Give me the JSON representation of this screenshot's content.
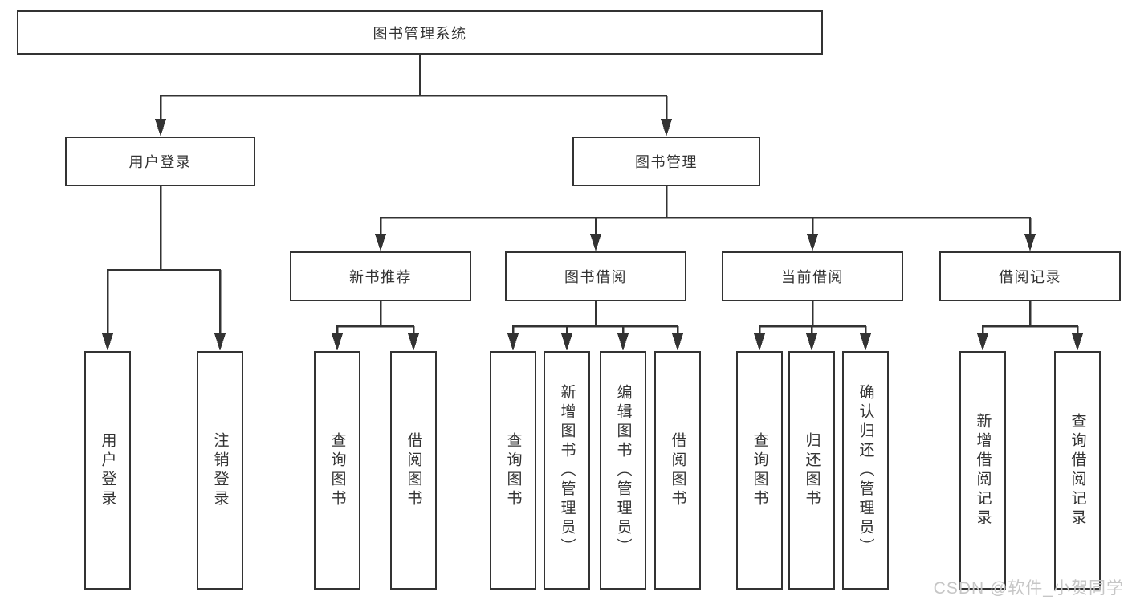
{
  "colors": {
    "line": "#333333",
    "box_border": "#333333",
    "text": "#333333",
    "watermark": "#c6c6c6",
    "background": "#ffffff"
  },
  "diagram": {
    "root": {
      "label": "图书管理系统"
    },
    "level2": [
      {
        "id": "user-login",
        "label": "用户登录"
      },
      {
        "id": "book-management",
        "label": "图书管理"
      }
    ],
    "level3": [
      {
        "id": "new-book-recommend",
        "label": "新书推荐"
      },
      {
        "id": "book-borrowing",
        "label": "图书借阅"
      },
      {
        "id": "current-borrowing",
        "label": "当前借阅"
      },
      {
        "id": "borrowing-records",
        "label": "借阅记录"
      }
    ],
    "leaves": [
      {
        "id": "user-login-action",
        "label": "用户登录",
        "parent": "用户登录"
      },
      {
        "id": "logout",
        "label": "注销登录",
        "parent": "用户登录"
      },
      {
        "id": "query-books-recommend",
        "label": "查询图书",
        "parent": "新书推荐"
      },
      {
        "id": "borrow-books-recommend",
        "label": "借阅图书",
        "parent": "新书推荐"
      },
      {
        "id": "query-books-borrowing",
        "label": "查询图书",
        "parent": "图书借阅"
      },
      {
        "id": "add-books-admin",
        "label": "新增图书（管理员）",
        "parent": "图书借阅"
      },
      {
        "id": "edit-books-admin",
        "label": "编辑图书（管理员）",
        "parent": "图书借阅"
      },
      {
        "id": "borrow-books-borrowing",
        "label": "借阅图书",
        "parent": "图书借阅"
      },
      {
        "id": "query-books-current",
        "label": "查询图书",
        "parent": "当前借阅"
      },
      {
        "id": "return-books",
        "label": "归还图书",
        "parent": "当前借阅"
      },
      {
        "id": "confirm-return-admin",
        "label": "确认归还（管理员）",
        "parent": "当前借阅"
      },
      {
        "id": "add-borrow-record",
        "label": "新增借阅记录",
        "parent": "借阅记录"
      },
      {
        "id": "query-borrow-record",
        "label": "查询借阅记录",
        "parent": "借阅记录"
      }
    ],
    "watermark": "CSDN @软件_小贺同学"
  }
}
